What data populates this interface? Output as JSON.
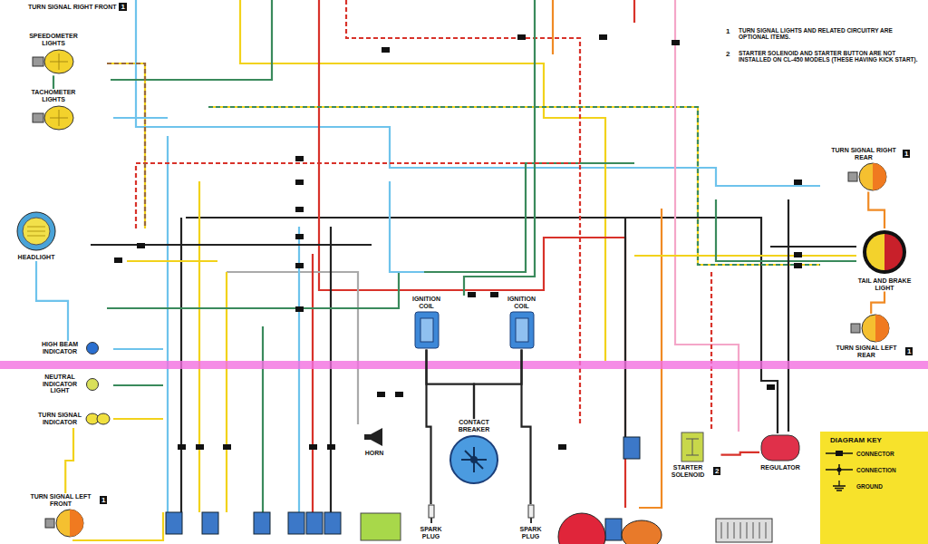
{
  "diagram": {
    "nodes": [
      {
        "text": [
          "TURN SIGNAL RIGHT FRONT",
          "1"
        ]
      },
      {
        "text": [
          "SPEEDOMETER LIGHTS"
        ]
      },
      {
        "text": [
          "TACHOMETER LIGHTS"
        ]
      },
      {
        "text": [
          "HEADLIGHT"
        ]
      },
      {
        "text": [
          "HIGH BEAM INDICATOR"
        ]
      },
      {
        "text": [
          "NEUTRAL INDICATOR LIGHT"
        ]
      },
      {
        "text": [
          "TURN SIGNAL INDICATOR"
        ]
      },
      {
        "text": [
          "TURN SIGNAL LEFT FRONT",
          "1"
        ]
      },
      {
        "text": [
          "HORN"
        ]
      },
      {
        "text": [
          "IGNITION COIL"
        ]
      },
      {
        "text": [
          "IGNITION COIL"
        ]
      },
      {
        "text": [
          "CONTACT BREAKER"
        ]
      },
      {
        "text": [
          "SPARK PLUG"
        ]
      },
      {
        "text": [
          "SPARK PLUG"
        ]
      },
      {
        "text": [
          "STARTER SOLENOID",
          "2"
        ]
      },
      {
        "text": [
          "REGULATOR"
        ]
      },
      {
        "text": [
          "TURN SIGNAL RIGHT REAR",
          "1"
        ]
      },
      {
        "text": [
          "TAIL AND BRAKE LIGHT"
        ]
      },
      {
        "text": [
          "TURN SIGNAL LEFT REAR",
          "1"
        ]
      }
    ],
    "edges": [
      {
        "from": 1,
        "to": 2,
        "arrow": "none"
      },
      {
        "from": 3,
        "to": 4,
        "arrow": "none"
      },
      {
        "from": 6,
        "to": 7,
        "arrow": "none"
      },
      {
        "from": 9,
        "to": 11,
        "arrow": "none"
      },
      {
        "from": 10,
        "to": 11,
        "arrow": "none"
      },
      {
        "from": 9,
        "to": 12,
        "arrow": "none"
      },
      {
        "from": 10,
        "to": 13,
        "arrow": "none"
      },
      {
        "from": 14,
        "to": 15,
        "arrow": "none"
      },
      {
        "from": 16,
        "to": 17,
        "arrow": "none"
      },
      {
        "from": 17,
        "to": 18,
        "arrow": "none"
      }
    ],
    "labels": [
      "1",
      "TURN SIGNAL LIGHTS AND RELATED CIRCUITRY ARE OPTIONAL ITEMS.",
      "2",
      "STARTER SOLENOID AND STARTER BUTTON ARE NOT INSTALLED ON CL-450 MODELS (THESE HAVING KICK START).",
      "DIAGRAM KEY"
    ],
    "legend": [
      {
        "text": "CONNECTOR"
      },
      {
        "text": "CONNECTION"
      },
      {
        "text": "GROUND"
      }
    ]
  }
}
